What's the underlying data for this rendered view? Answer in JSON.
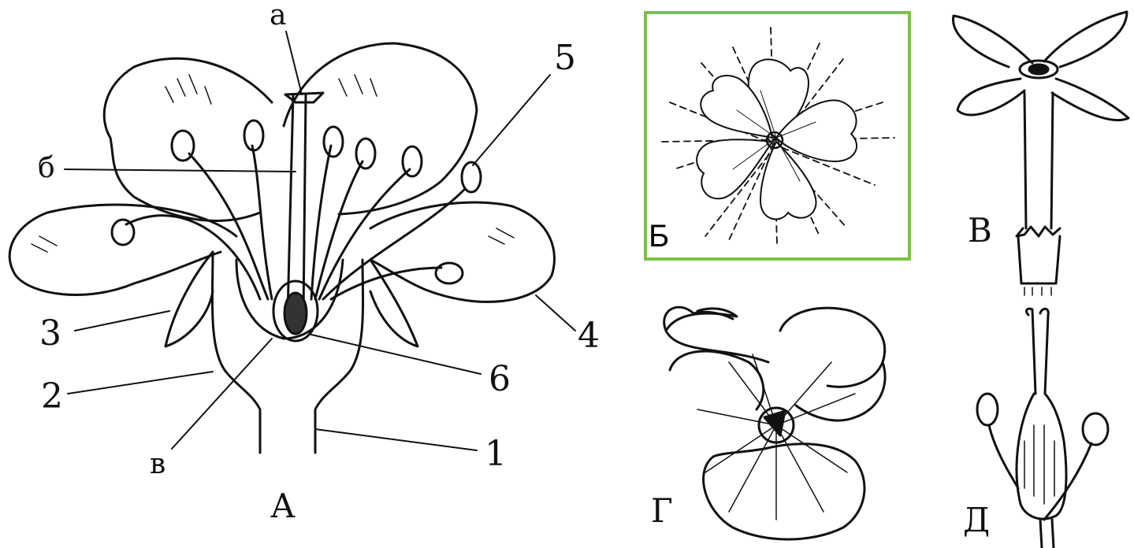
{
  "figure_a": {
    "caption": "А",
    "parts": {
      "a": "а",
      "b": "б",
      "v": "в",
      "n1": "1",
      "n2": "2",
      "n3": "3",
      "n4": "4",
      "n5": "5",
      "n6": "6"
    }
  },
  "figure_b": {
    "caption": "Б",
    "frame_color": "#7cc242"
  },
  "figure_v": {
    "caption": "В"
  },
  "figure_g": {
    "caption": "Г"
  },
  "figure_d": {
    "caption": "Д"
  }
}
